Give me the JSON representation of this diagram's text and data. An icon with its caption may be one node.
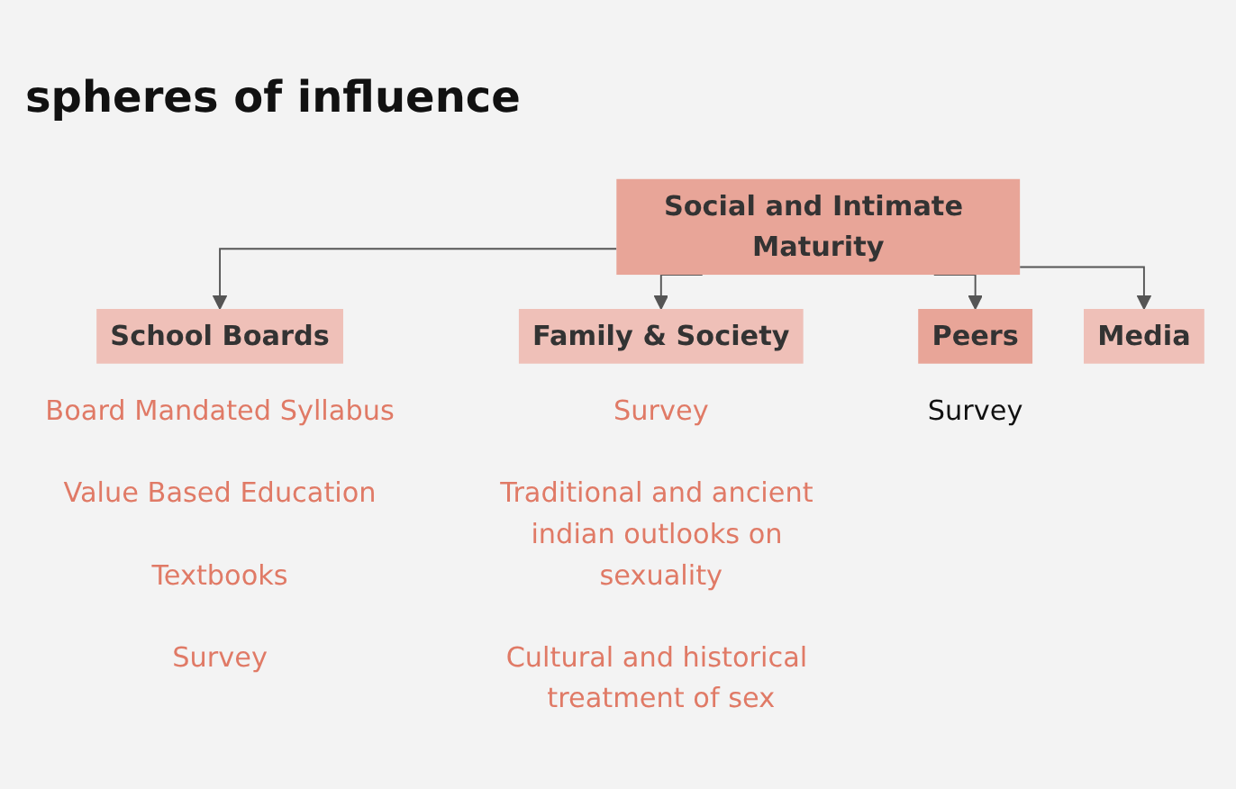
{
  "diagram": {
    "title": "spheres of influence",
    "nodes": [
      {
        "text": [
          "Social and Intimate Maturity"
        ]
      },
      {
        "text": [
          "School Boards"
        ],
        "beside": [
          "Board Mandated Syllabus",
          "Value Based Education",
          "Textbooks",
          "Survey"
        ]
      },
      {
        "text": [
          "Family & Society"
        ],
        "beside": [
          "Survey",
          "Traditional and ancient indian outlooks on sexuality",
          "Cultural and historical treatment of sex"
        ]
      },
      {
        "text": [
          "Peers"
        ],
        "beside": [
          "Survey"
        ]
      },
      {
        "text": [
          "Media"
        ]
      }
    ],
    "edges": [
      {
        "from": 0,
        "to": 1,
        "arrow": "to"
      },
      {
        "from": 0,
        "to": 2,
        "arrow": "to"
      },
      {
        "from": 0,
        "to": 3,
        "arrow": "to"
      },
      {
        "from": 0,
        "to": 4,
        "arrow": "to"
      }
    ]
  }
}
